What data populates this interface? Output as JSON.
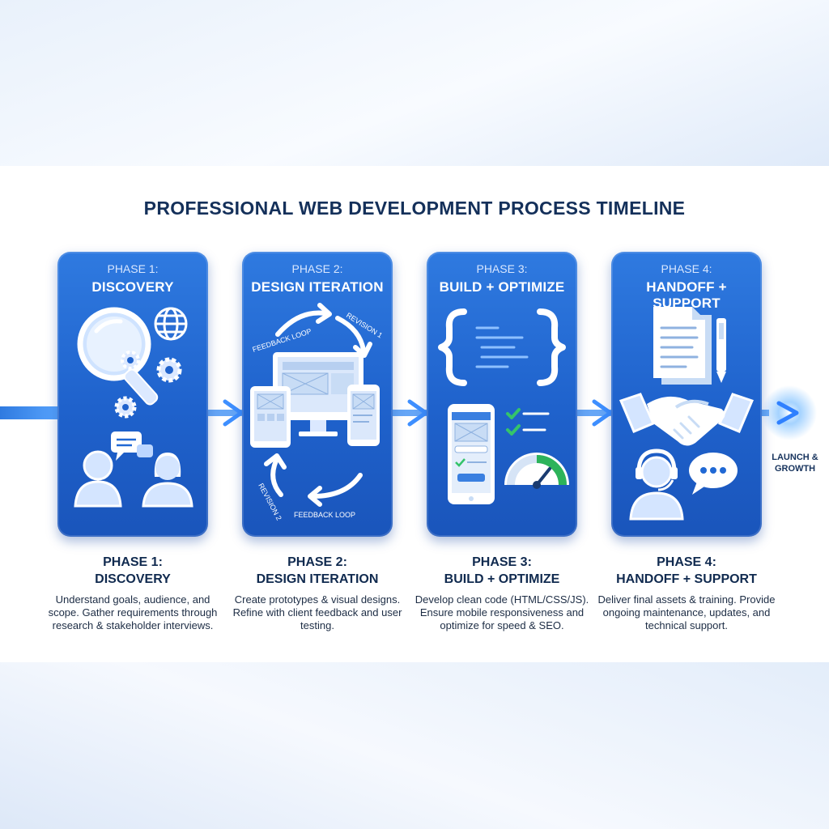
{
  "title": "PROFESSIONAL WEB DEVELOPMENT PROCESS TIMELINE",
  "phases": [
    {
      "phase": "PHASE 1:",
      "name": "DISCOVERY",
      "description": "Understand goals, audience, and scope. Gather requirements through research & stakeholder interviews."
    },
    {
      "phase": "PHASE 2:",
      "name": "DESIGN ITERATION",
      "description": "Create prototypes & visual designs. Refine with client feedback and user testing.",
      "loop_labels": [
        "FEEDBACK LOOP",
        "REVISION 1",
        "REVISION 2",
        "FEEDBACK LOOP"
      ]
    },
    {
      "phase": "PHASE 3:",
      "name": "BUILD + OPTIMIZE",
      "description": "Develop clean code (HTML/CSS/JS). Ensure mobile responsiveness and optimize for speed & SEO."
    },
    {
      "phase": "PHASE 4:",
      "name": "HANDOFF + SUPPORT",
      "description": "Deliver final assets & training. Provide ongoing maintenance, updates, and technical support."
    }
  ],
  "end_label_line1": "LAUNCH &",
  "end_label_line2": "GROWTH",
  "colors": {
    "card": "#2068d4",
    "card_dark": "#1a55bb",
    "title": "#14305a",
    "flow_arrow": "#3e8fff",
    "gauge_green": "#2db35a",
    "check_green": "#35c46a"
  }
}
